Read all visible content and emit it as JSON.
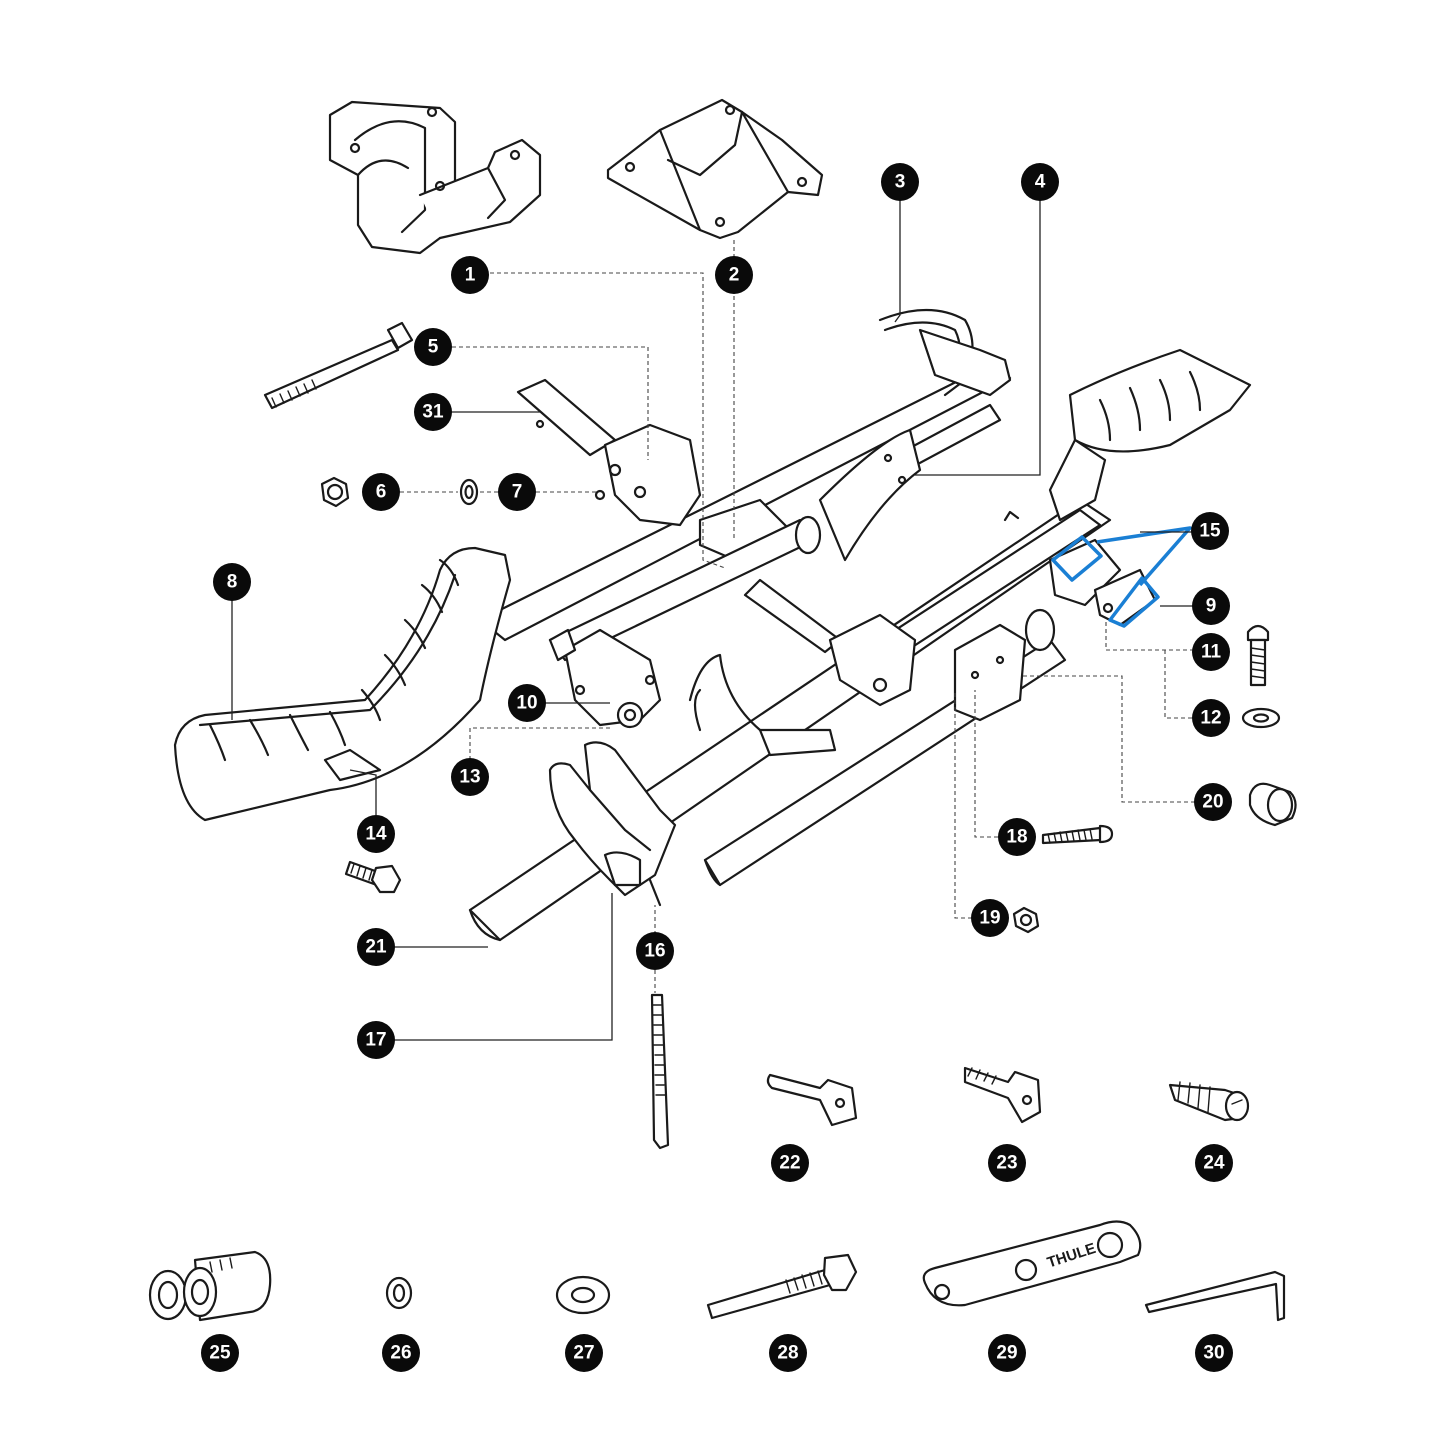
{
  "colors": {
    "line": "#1a1a1a",
    "callout": "#0a0a0a",
    "highlight": "#1a7fd4"
  },
  "callouts": [
    {
      "id": "c1",
      "label": "1"
    },
    {
      "id": "c2",
      "label": "2"
    },
    {
      "id": "c3",
      "label": "3"
    },
    {
      "id": "c4",
      "label": "4"
    },
    {
      "id": "c5",
      "label": "5"
    },
    {
      "id": "c6",
      "label": "6"
    },
    {
      "id": "c7",
      "label": "7"
    },
    {
      "id": "c8",
      "label": "8"
    },
    {
      "id": "c9",
      "label": "9"
    },
    {
      "id": "c10",
      "label": "10"
    },
    {
      "id": "c11",
      "label": "11"
    },
    {
      "id": "c12",
      "label": "12"
    },
    {
      "id": "c13",
      "label": "13"
    },
    {
      "id": "c14",
      "label": "14"
    },
    {
      "id": "c15",
      "label": "15"
    },
    {
      "id": "c16",
      "label": "16"
    },
    {
      "id": "c17",
      "label": "17"
    },
    {
      "id": "c18",
      "label": "18"
    },
    {
      "id": "c19",
      "label": "19"
    },
    {
      "id": "c20",
      "label": "20"
    },
    {
      "id": "c21",
      "label": "21"
    },
    {
      "id": "c22",
      "label": "22"
    },
    {
      "id": "c23",
      "label": "23"
    },
    {
      "id": "c24",
      "label": "24"
    },
    {
      "id": "c25",
      "label": "25"
    },
    {
      "id": "c26",
      "label": "26"
    },
    {
      "id": "c27",
      "label": "27"
    },
    {
      "id": "c28",
      "label": "28"
    },
    {
      "id": "c29",
      "label": "29"
    },
    {
      "id": "c30",
      "label": "30"
    },
    {
      "id": "c31",
      "label": "31"
    }
  ],
  "tool_text": "THULE"
}
